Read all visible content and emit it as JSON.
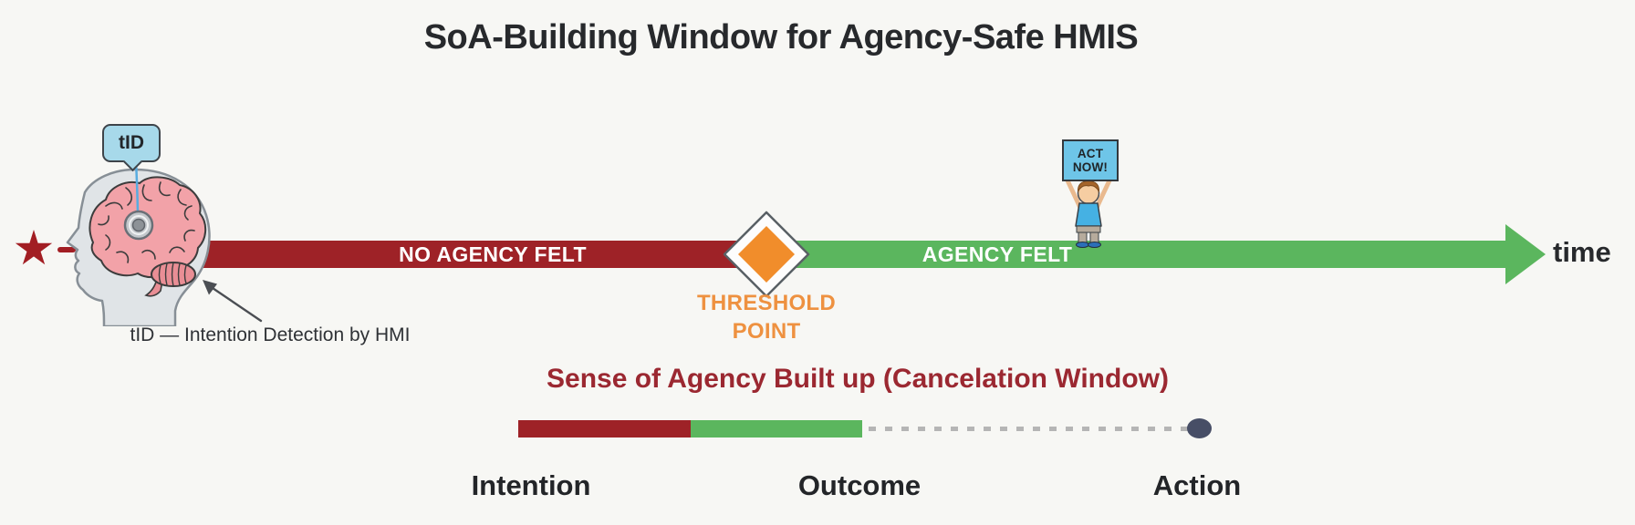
{
  "title": "SoA-Building Window for Agency-Safe HMIS",
  "timeline": {
    "no_agency_label": "NO AGENCY FELT",
    "agency_label": "AGENCY FELT",
    "time_label": "time",
    "threshold": {
      "line1": "THRESHOLD",
      "line2": "POINT"
    }
  },
  "hmi": {
    "bubble_label": "tID",
    "caption": "tID — Intention Detection by HMI"
  },
  "act_sign": {
    "line1": "ACT",
    "line2": "NOW!"
  },
  "cancelation": {
    "heading": "Sense of Agency Built up (Cancelation Window)",
    "stage_labels": [
      "Intention",
      "Outcome",
      "Action"
    ]
  },
  "colors": {
    "background": "#f7f7f4",
    "no_agency_bar": "#9e2227",
    "agency_bar": "#5bb65e",
    "threshold_diamond": "#f18d2b",
    "threshold_text": "#ee9140",
    "heading_red": "#9b2831",
    "timeline_text": "#ffffff",
    "dark_text": "#27292c",
    "dot": "#474e66",
    "dash": "#b5b5b5",
    "bubble_blue": "#a7d9ea",
    "sign_blue": "#6ec5e8",
    "star_red": "#a21e23"
  }
}
